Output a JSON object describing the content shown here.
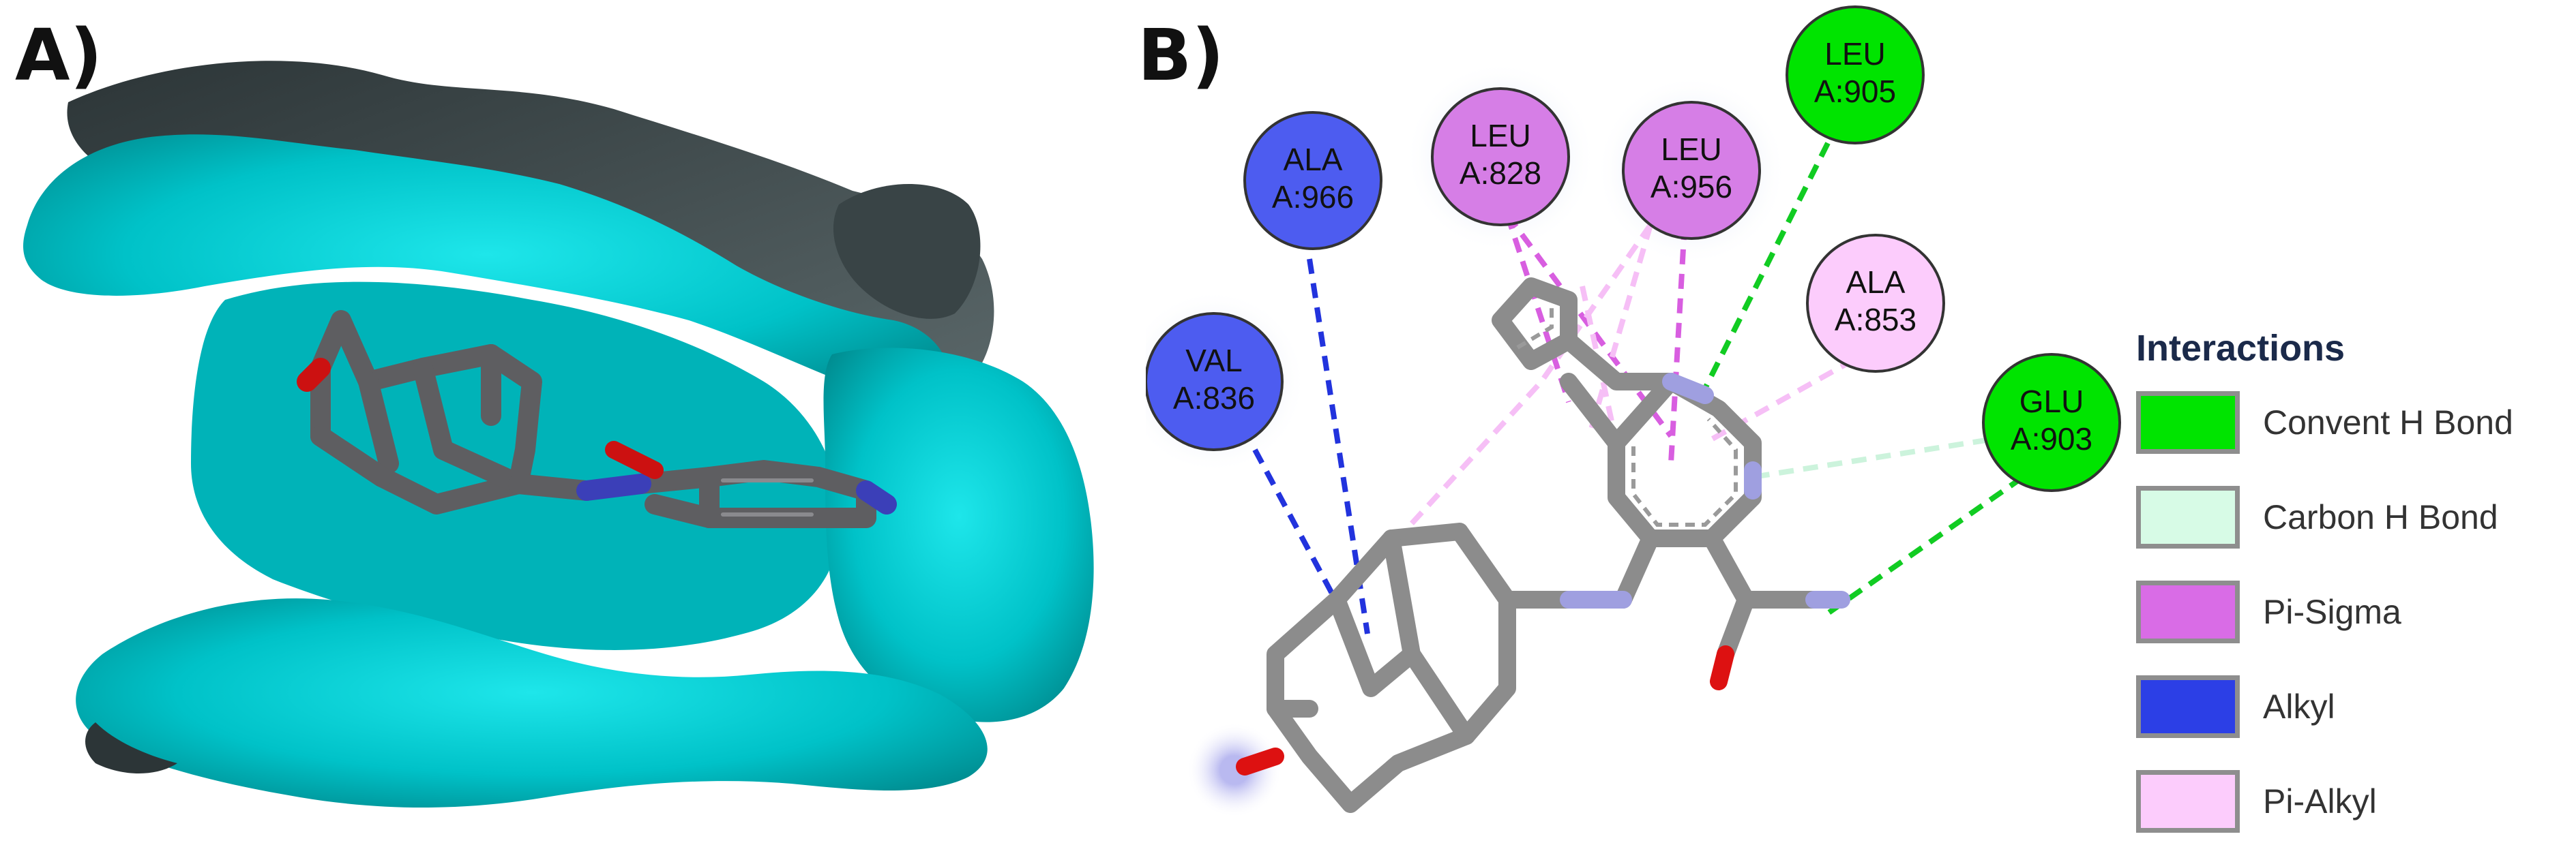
{
  "panels": {
    "a_label": "A)",
    "b_label": "B)"
  },
  "residues": [
    {
      "name": "ALA",
      "id": "A:966",
      "interaction": "Alkyl"
    },
    {
      "name": "VAL",
      "id": "A:836",
      "interaction": "Alkyl"
    },
    {
      "name": "LEU",
      "id": "A:828",
      "interaction": "Pi-Sigma"
    },
    {
      "name": "LEU",
      "id": "A:956",
      "interaction": "Pi-Sigma"
    },
    {
      "name": "LEU",
      "id": "A:905",
      "interaction": "Convent H Bond"
    },
    {
      "name": "ALA",
      "id": "A:853",
      "interaction": "Pi-Alkyl"
    },
    {
      "name": "GLU",
      "id": "A:903",
      "interaction": "Convent H Bond"
    }
  ],
  "legend": {
    "title": "Interactions",
    "items": [
      {
        "label": "Convent H Bond",
        "color": "#00e400"
      },
      {
        "label": "Carbon H Bond",
        "color": "#d7fbe6"
      },
      {
        "label": "Pi-Sigma",
        "color": "#d96ce6"
      },
      {
        "label": "Alkyl",
        "color": "#2c3fe6"
      },
      {
        "label": "Pi-Alkyl",
        "color": "#fcccfc"
      }
    ]
  },
  "colors": {
    "surface": "#00c8cc",
    "surface_back": "#3d4a4c",
    "ligand_bond": "#606063",
    "ligand_2d_bond": "#8c8c8c",
    "oxygen": "#dd1111",
    "nitrogen": "#3b3fb8"
  }
}
